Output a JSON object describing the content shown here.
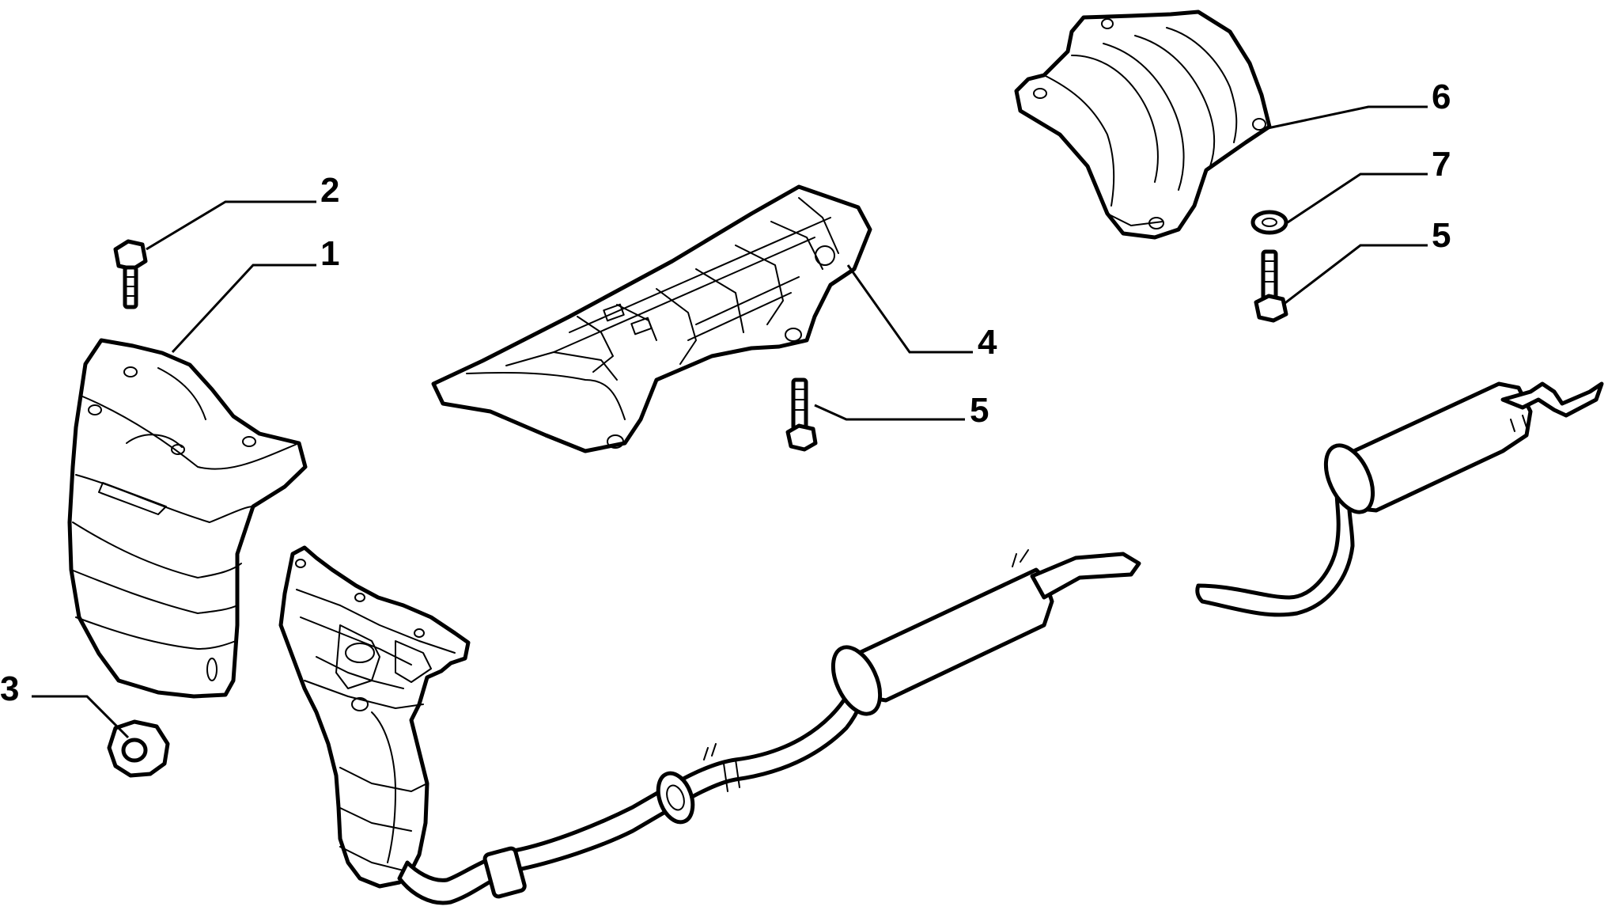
{
  "diagram": {
    "callouts": [
      {
        "id": "c1",
        "number": "1"
      },
      {
        "id": "c2",
        "number": "2"
      },
      {
        "id": "c3",
        "number": "3"
      },
      {
        "id": "c4",
        "number": "4"
      },
      {
        "id": "c5a",
        "number": "5"
      },
      {
        "id": "c5b",
        "number": "5"
      },
      {
        "id": "c6",
        "number": "6"
      },
      {
        "id": "c7",
        "number": "7"
      }
    ],
    "colors": {
      "stroke": "#000000",
      "fill": "#ffffff"
    }
  }
}
